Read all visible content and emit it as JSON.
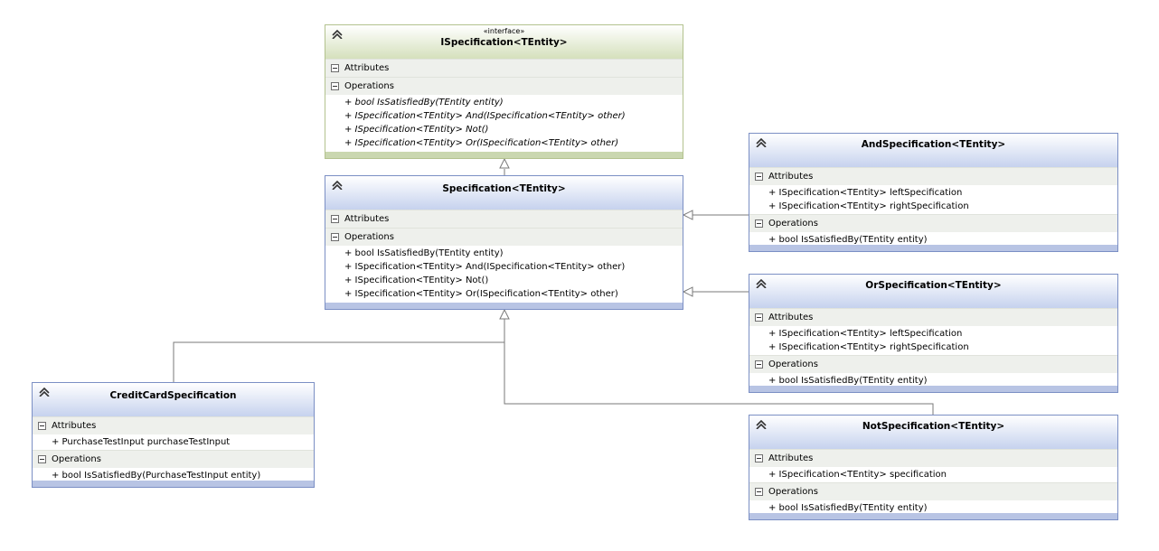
{
  "sections": {
    "attributes": "Attributes",
    "operations": "Operations"
  },
  "classes": {
    "ispec": {
      "stereotype": "«interface»",
      "title": "ISpecification<TEntity>",
      "operations": [
        "+ bool IsSatisfiedBy(TEntity entity)",
        "+ ISpecification<TEntity> And(ISpecification<TEntity> other)",
        "+ ISpecification<TEntity> Not()",
        "+ ISpecification<TEntity> Or(ISpecification<TEntity> other)"
      ]
    },
    "spec": {
      "title": "Specification<TEntity>",
      "operations": [
        "+ bool IsSatisfiedBy(TEntity entity)",
        "+ ISpecification<TEntity> And(ISpecification<TEntity> other)",
        "+ ISpecification<TEntity> Not()",
        "+ ISpecification<TEntity> Or(ISpecification<TEntity> other)"
      ]
    },
    "andspec": {
      "title": "AndSpecification<TEntity>",
      "attributes": [
        "+ ISpecification<TEntity> leftSpecification",
        "+ ISpecification<TEntity> rightSpecification"
      ],
      "operations": [
        "+ bool IsSatisfiedBy(TEntity entity)"
      ]
    },
    "orspec": {
      "title": "OrSpecification<TEntity>",
      "attributes": [
        "+ ISpecification<TEntity> leftSpecification",
        "+ ISpecification<TEntity> rightSpecification"
      ],
      "operations": [
        "+ bool IsSatisfiedBy(TEntity entity)"
      ]
    },
    "notspec": {
      "title": "NotSpecification<TEntity>",
      "attributes": [
        "+ ISpecification<TEntity> specification"
      ],
      "operations": [
        "+ bool IsSatisfiedBy(TEntity entity)"
      ]
    },
    "ccspec": {
      "title": "CreditCardSpecification",
      "attributes": [
        "+ PurchaseTestInput purchaseTestInput"
      ],
      "operations": [
        "+ bool IsSatisfiedBy(PurchaseTestInput entity)"
      ]
    }
  },
  "colors": {
    "class_border": "#7b8fc4",
    "class_header": "#c6d2ee",
    "interface_border": "#b3c28e",
    "interface_header": "#d5e0bc",
    "connector": "#7a7a7a"
  },
  "icons": {
    "collapse": "double-chevron-up-icon",
    "section_toggle": "minus-box-icon"
  }
}
